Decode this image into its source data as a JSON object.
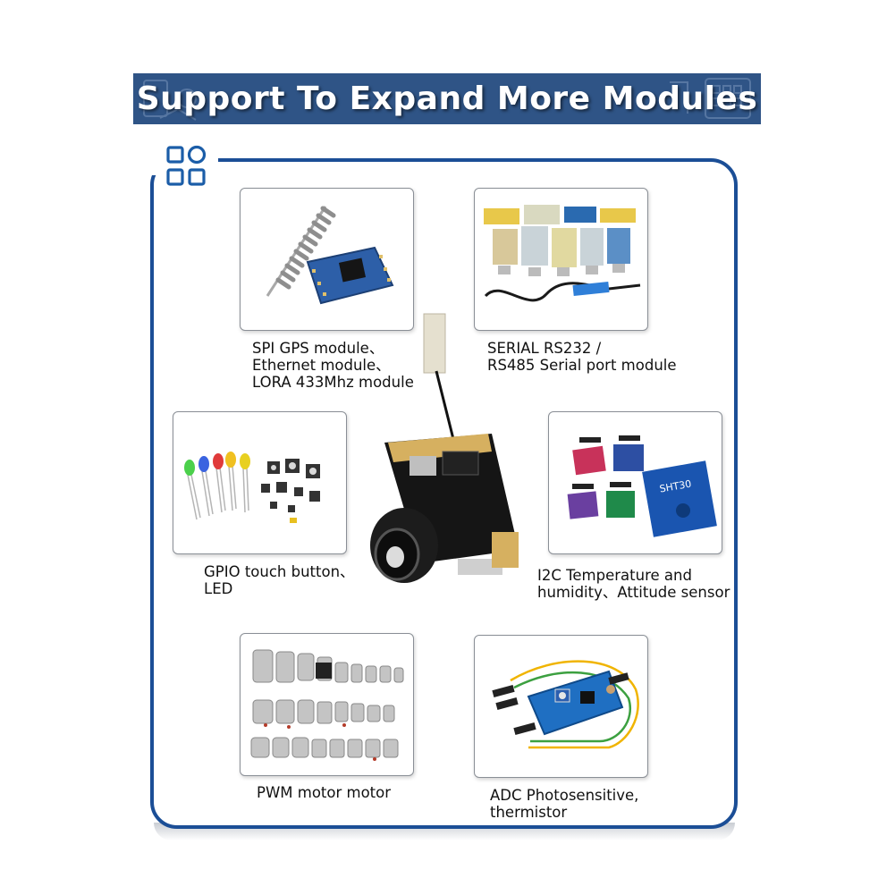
{
  "banner": {
    "title": "Support To Expand More Modules"
  },
  "icons": {
    "logo": "four-squares-grid-icon"
  },
  "colors": {
    "banner_bg": "#2f5486",
    "frame_border": "#1b4e96",
    "text": "#111111"
  },
  "modules": [
    {
      "lines": [
        "SPI GPS module、",
        "Ethernet module、",
        "LORA 433Mhz module"
      ]
    },
    {
      "lines": [
        "SERIAL RS232 /",
        "RS485 Serial port module"
      ]
    },
    {
      "lines": [
        "GPIO touch button、",
        "LED"
      ]
    },
    {
      "lines": [
        "I2C Temperature and",
        "humidity、Attitude sensor"
      ]
    },
    {
      "lines": [
        "PWM motor motor"
      ]
    },
    {
      "lines": [
        "ADC Photosensitive,",
        "thermistor"
      ]
    }
  ],
  "images": {
    "center": "camera-board-with-lens-image",
    "spi": "lora-module-with-spring-antenna-image",
    "serial": "usb-serial-adapters-image",
    "gpio": "leds-and-buttons-image",
    "i2c": "sensor-boards-image",
    "sht_label": "SHT30",
    "pwm": "dc-motors-image",
    "adc": "photosensitive-sensor-module-image"
  }
}
